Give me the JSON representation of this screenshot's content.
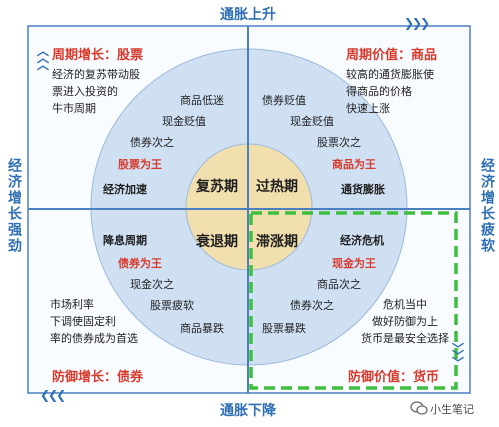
{
  "axes": {
    "top": "通胀上升",
    "bottom": "通胀下降",
    "left": "经济增长强劲",
    "right": "经济增长疲软"
  },
  "quadrants": {
    "top_left": {
      "title_prefix": "周期增长：",
      "title_key": "股票",
      "description": [
        "经济的复苏带动股",
        "票进入投资的",
        "牛市周期"
      ],
      "items": [
        "商品低迷",
        "现金贬值",
        "债券次之",
        "股票为王",
        "经济加速"
      ],
      "phase": "复苏期"
    },
    "top_right": {
      "title_prefix": "周期价值：",
      "title_key": "商品",
      "description": [
        "较高的通货膨胀使",
        "得商品的价格",
        "快速上涨"
      ],
      "items": [
        "债券贬值",
        "现金贬值",
        "股票次之",
        "商品为王",
        "通货膨胀"
      ],
      "phase": "过热期"
    },
    "bottom_left": {
      "title_prefix": "防御增长：",
      "title_key": "债券",
      "description": [
        "市场利率",
        "下调使固定利",
        "率的债券成为首选"
      ],
      "items": [
        "降息周期",
        "债券为王",
        "现金次之",
        "股票疲软",
        "商品暴跌"
      ],
      "phase": "衰退期"
    },
    "bottom_right": {
      "title_prefix": "防御价值：",
      "title_key": "货币",
      "description": [
        "危机当中",
        "做好防御为上",
        "货币是最安全选择"
      ],
      "items": [
        "经济危机",
        "现金为王",
        "商品次之",
        "债券次之",
        "股票暴跌"
      ],
      "phase": "滞涨期"
    }
  },
  "watermark": "小生笔记",
  "colors": {
    "frame": "#4a7fc0",
    "outer_ring": "#cfe0f3",
    "inner_circle": "#f2dfae",
    "highlight": "#3fbf3f",
    "title": "#d83a2c",
    "axis": "#2f6fb3"
  },
  "icons": [
    "chevron-up-icon",
    "chevron-down-icon",
    "chevron-left-icon",
    "chevron-right-icon",
    "wechat-icon"
  ]
}
